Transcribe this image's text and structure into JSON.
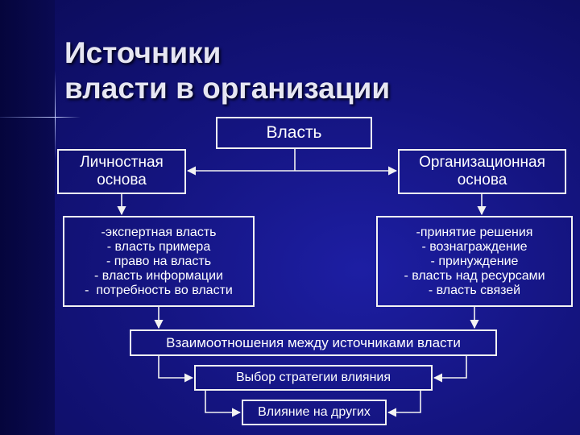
{
  "title": {
    "line1": "Источники",
    "line2": "власти в организации"
  },
  "diagram": {
    "power": "Власть",
    "personal_basis": {
      "line1": "Личностная",
      "line2": "основа"
    },
    "org_basis": {
      "line1": "Организационная",
      "line2": "основа"
    },
    "personal_sources": [
      "-экспертная власть",
      "- власть примера",
      "- право на власть",
      "- власть информации",
      "-  потребность во власти"
    ],
    "org_sources": [
      "-принятие решения",
      "- вознаграждение",
      "- принуждение",
      "- власть над ресурсами",
      "- власть связей"
    ],
    "relationships": "Взаимоотношения между источниками власти",
    "strategy": "Выбор стратегии влияния",
    "influence": "Влияние на других"
  },
  "colors": {
    "background": "#14147f",
    "box_border": "#f2f2f2",
    "text": "#ffffff",
    "title": "#e6e6f2"
  }
}
